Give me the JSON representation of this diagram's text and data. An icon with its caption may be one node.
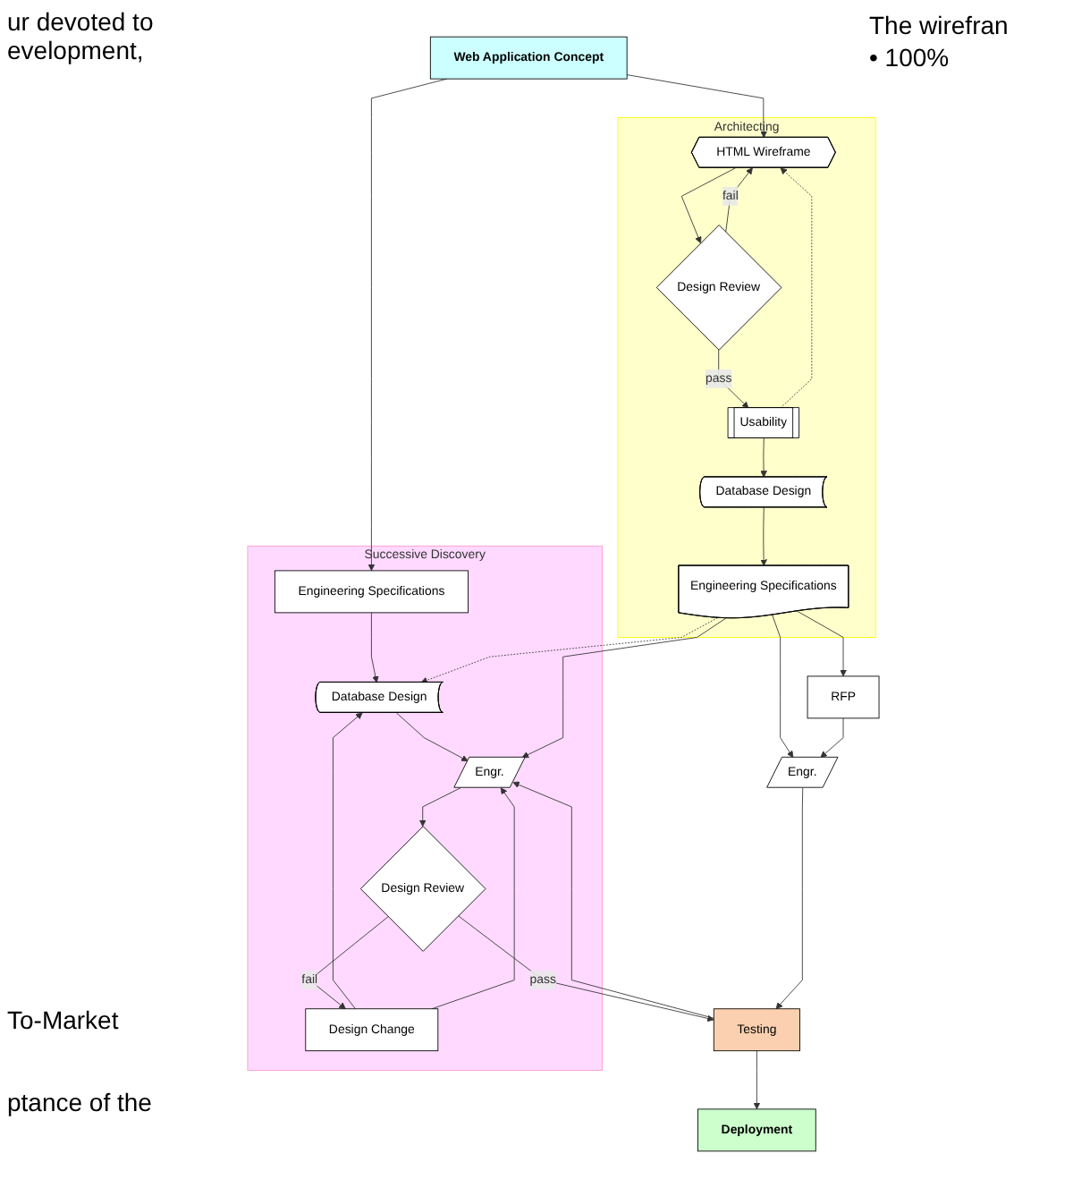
{
  "diagram": {
    "nodes": [
      {
        "text": [
          "Web Application Concept"
        ]
      },
      {
        "text": [
          "Successive Discovery"
        ]
      },
      {
        "text": [
          "Engineering Specifications"
        ],
        "in": 1
      },
      {
        "text": [
          "Database Design"
        ],
        "in": 1
      },
      {
        "text": [
          "Engr."
        ],
        "in": 1
      },
      {
        "text": [
          "Design Review"
        ],
        "in": 1
      },
      {
        "text": [
          "Design Change"
        ],
        "in": 1
      },
      {
        "text": [
          "Architecting"
        ]
      },
      {
        "text": [
          "HTML Wireframe"
        ],
        "in": 7
      },
      {
        "text": [
          "Design Review"
        ],
        "in": 7
      },
      {
        "text": [
          "Usability"
        ],
        "in": 7
      },
      {
        "text": [
          "Database Design"
        ],
        "in": 7
      },
      {
        "text": [
          "Engineering Specifications"
        ],
        "in": 7
      },
      {
        "text": [
          "Testing"
        ]
      },
      {
        "text": [
          "Engr."
        ]
      },
      {
        "text": [
          "RFP"
        ]
      },
      {
        "text": [
          "Deployment"
        ]
      }
    ],
    "edges": [
      {
        "from": 0,
        "to": 2,
        "arrow": "to"
      },
      {
        "from": 0,
        "to": 8,
        "arrow": "to"
      },
      {
        "from": 2,
        "to": 3,
        "arrow": "to"
      },
      {
        "from": 3,
        "to": 4,
        "arrow": "to"
      },
      {
        "from": 4,
        "to": 5,
        "arrow": "to"
      },
      {
        "from": 5,
        "to": 6,
        "arrow": "to",
        "label": "fail"
      },
      {
        "from": 6,
        "to": 3,
        "arrow": "to"
      },
      {
        "from": 6,
        "to": 4,
        "arrow": "to"
      },
      {
        "from": 5,
        "to": 13,
        "arrow": "to",
        "label": "pass"
      },
      {
        "from": 8,
        "to": 9,
        "arrow": "to"
      },
      {
        "from": 9,
        "to": 8,
        "arrow": "to",
        "label": "fail"
      },
      {
        "from": 9,
        "to": 10,
        "arrow": "to",
        "label": "pass"
      },
      {
        "from": 10,
        "to": 8,
        "arrow": "to",
        "style": "dashed"
      },
      {
        "from": 10,
        "to": 11,
        "arrow": "to"
      },
      {
        "from": 11,
        "to": 12,
        "arrow": "to"
      },
      {
        "from": 12,
        "to": 4,
        "arrow": "to"
      },
      {
        "from": 12,
        "to": 3,
        "arrow": "to",
        "style": "dashed"
      },
      {
        "from": 13,
        "to": 4,
        "arrow": "to"
      },
      {
        "from": 12,
        "to": 14,
        "arrow": "to"
      },
      {
        "from": 12,
        "to": 15,
        "arrow": "to"
      },
      {
        "from": 15,
        "to": 14,
        "arrow": "to"
      },
      {
        "from": 14,
        "to": 13,
        "arrow": "to"
      },
      {
        "from": 13,
        "to": 16,
        "arrow": "to"
      }
    ],
    "labels": [
      "ur devoted to evelopment,",
      "The wirefran",
      "• 100%",
      "To-Market",
      "ptance of the"
    ]
  }
}
